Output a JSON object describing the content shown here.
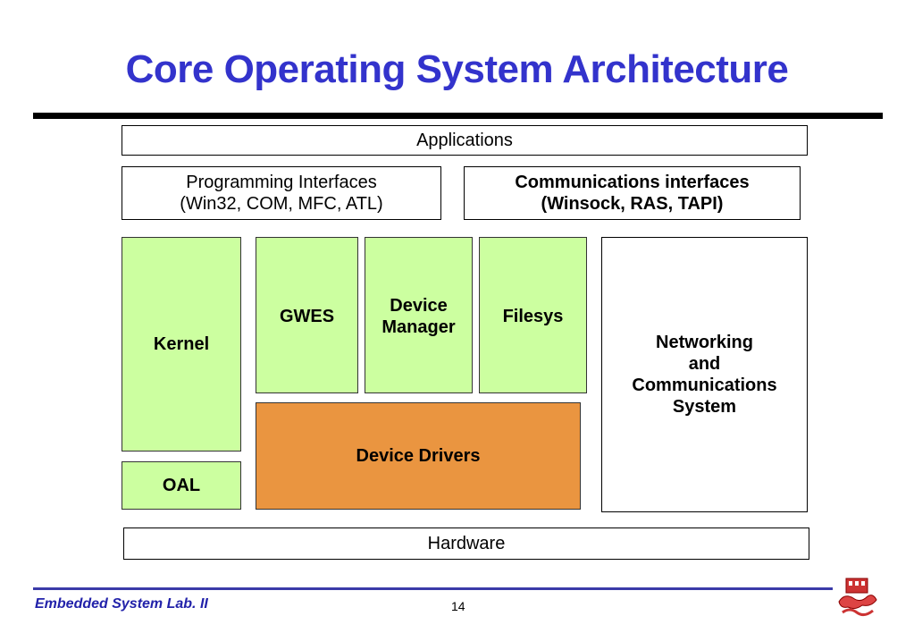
{
  "title": "Core Operating System Architecture",
  "layers": {
    "applications": "Applications",
    "programming_interfaces": [
      "Programming Interfaces",
      "(Win32, COM, MFC, ATL)"
    ],
    "communications_interfaces": [
      "Communications interfaces",
      "(Winsock, RAS, TAPI)"
    ],
    "kernel": "Kernel",
    "oal": "OAL",
    "gwes": "GWES",
    "device_manager": [
      "Device",
      "Manager"
    ],
    "filesys": "Filesys",
    "device_drivers": "Device Drivers",
    "networking": [
      "Networking",
      "and",
      "Communications",
      "System"
    ],
    "hardware": "Hardware"
  },
  "footer": {
    "lab": "Embedded System Lab. II",
    "page": "14"
  },
  "colors": {
    "title": "#3333cc",
    "green_box": "#ccffa0",
    "orange_box": "#ea9540",
    "footer": "#2222aa"
  }
}
